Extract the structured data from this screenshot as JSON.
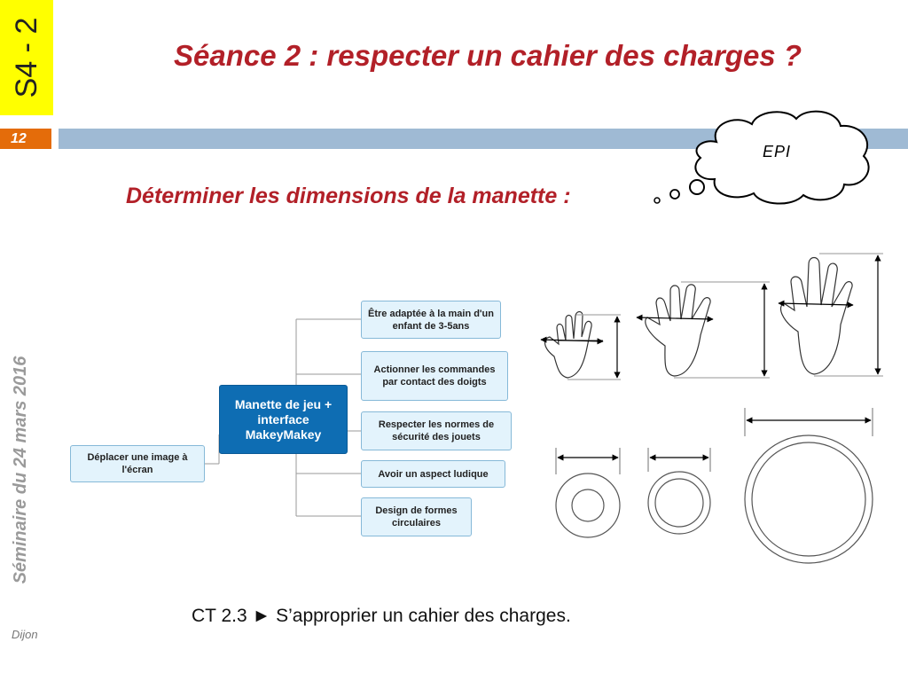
{
  "header": {
    "badge": "S4 - 2",
    "title": "Séance 2 : respecter un cahier des charges ?",
    "slide_number": "12"
  },
  "subtitle": "Déterminer les dimensions de la manette :",
  "cloud": {
    "label": "EPI"
  },
  "sidebar": {
    "date": "Séminaire du 24 mars 2016",
    "location": "Dijon"
  },
  "mindmap": {
    "center": "Manette de jeu + interface MakeyMakey",
    "left": "Déplacer une image à l'écran",
    "branches": [
      "Être adaptée à la main d'un enfant de 3-5ans",
      "Actionner les commandes par contact des doigts",
      "Respecter les normes de sécurité des jouets",
      "Avoir un aspect ludique",
      "Design de formes circulaires"
    ]
  },
  "footer": {
    "competence": "CT 2.3 ► S’approprier un cahier des charges."
  },
  "colors": {
    "title": "#b22028",
    "badge": "#ffff00",
    "slide_number_bg": "#e46c0a",
    "bar": "#9fbad4",
    "node_center": "#0e6db3"
  }
}
